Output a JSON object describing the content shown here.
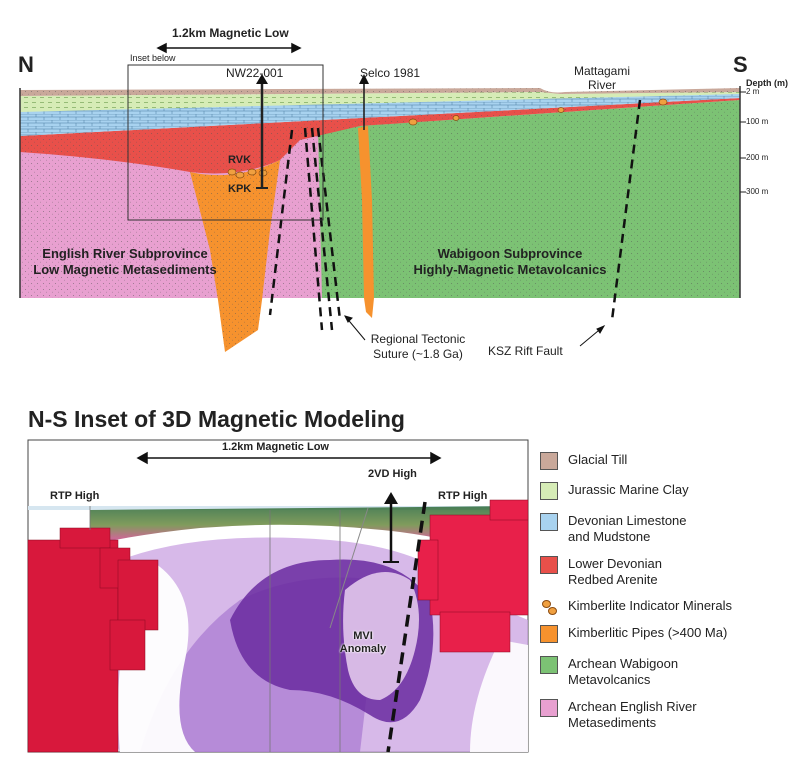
{
  "cross_section": {
    "north": "N",
    "south": "S",
    "magnetic_low": "1.2km Magnetic Low",
    "inset_below": "Inset below",
    "drill_hole": "NW22-001",
    "selco": "Selco 1981",
    "river": "Mattagami\nRiver",
    "depth_header": "Depth (m)",
    "depths": [
      "2 m",
      "100 m",
      "200 m",
      "300 m"
    ],
    "rvk": "RVK",
    "kpk": "KPK",
    "english_river": "English River Subprovince\nLow Magnetic Metasediments",
    "wabigoon": "Wabigoon Subprovince\nHighly-Magnetic Metavolcanics",
    "suture": "Regional Tectonic\nSuture (~1.8 Ga)",
    "ksz": "KSZ Rift Fault"
  },
  "inset": {
    "title": "N-S Inset of 3D Magnetic Modeling",
    "magnetic_low": "1.2km Magnetic Low",
    "rtp_left": "RTP High",
    "rtp_right": "RTP High",
    "vd_high": "2VD High",
    "mvi": "MVI\nAnomaly"
  },
  "legend": [
    {
      "label": "Glacial Till",
      "color": "#c9a89a",
      "pattern": "dots"
    },
    {
      "label": "Jurassic Marine Clay",
      "color": "#d6ecb6",
      "pattern": "dashes"
    },
    {
      "label": "Devonian Limestone\nand Mudstone",
      "color": "#a8d2ef",
      "pattern": "bricks"
    },
    {
      "label": "Lower Devonian\nRedbed Arenite",
      "color": "#e8504a",
      "pattern": "dots"
    },
    {
      "label": "Kimberlite Indicator Minerals",
      "color": "#f0a040",
      "pattern": "ovals"
    },
    {
      "label": "Kimberlitic Pipes (>400 Ma)",
      "color": "#f6922e",
      "pattern": "dots"
    },
    {
      "label": "Archean Wabigoon\nMetavolcanics",
      "color": "#7cc274",
      "pattern": "dots"
    },
    {
      "label": "Archean English River\nMetasediments",
      "color": "#e8a0d0",
      "pattern": "dots"
    }
  ],
  "colors": {
    "till": "#c9a89a",
    "clay": "#d6ecb6",
    "limestone": "#a8d2ef",
    "redbed": "#e8504a",
    "kimberlite": "#f6922e",
    "wabigoon": "#7cc274",
    "english": "#e8a0d0",
    "rtp": "#d8183c",
    "mvi": "#7a3aa8"
  }
}
